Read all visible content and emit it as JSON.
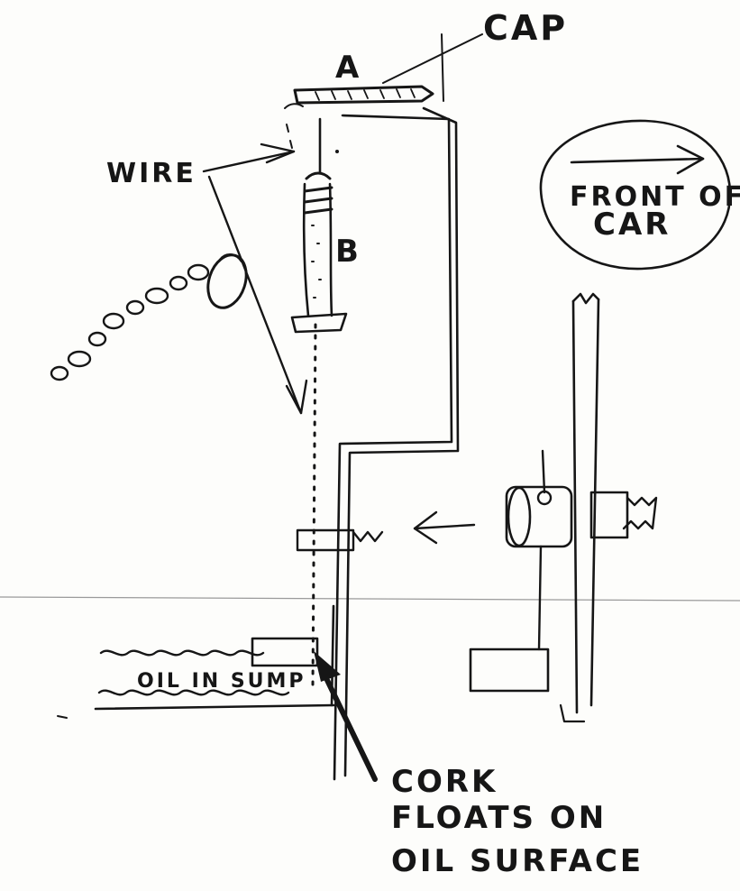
{
  "labels": {
    "cap": "CAP",
    "point_a": "A",
    "point_b": "B",
    "wire": "WIRE",
    "front_line1": "FRONT OF",
    "front_line2": "CAR",
    "oil": "OIL IN SUMP",
    "cork_line1": "CORK",
    "cork_line2": "FLOATS ON",
    "cork_line3": "OIL SURFACE"
  },
  "colors": {
    "ink": "#161616",
    "paper": "#fdfdfb"
  },
  "icons": [
    "arrow-right-icon",
    "arrow-left-icon"
  ]
}
